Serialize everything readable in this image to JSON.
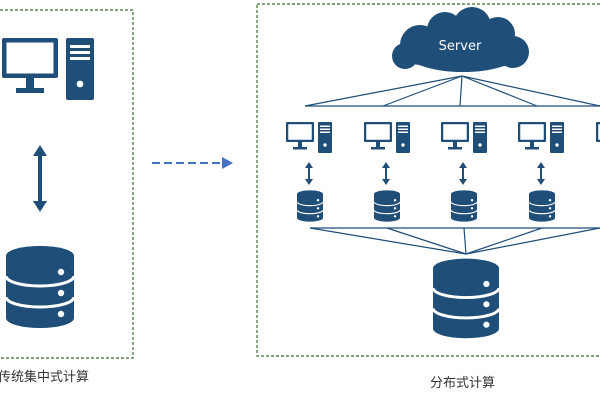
{
  "server_label": "Server",
  "captions": {
    "centralized": "传统集中式计算",
    "distributed": "分布式计算"
  },
  "colors": {
    "primary": "#1f4e79",
    "cloud": "#1f4e79",
    "panel_border": "#3c6e2e",
    "dashed_arrow": "#4472c4",
    "lines": "#1f4e79"
  },
  "icons": {
    "computer": "desktop-computer-icon",
    "database": "database-icon",
    "cloud": "cloud-icon",
    "arrow": "double-arrow-icon"
  }
}
